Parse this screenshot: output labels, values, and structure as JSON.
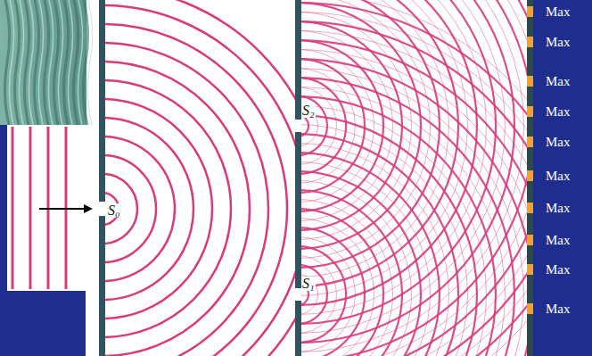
{
  "diagram": {
    "labels": [
      "S₀",
      "S₂",
      "S₁",
      "Max",
      "Max",
      "Max",
      "Max",
      "Max",
      "Max",
      "Max",
      "Max",
      "Max",
      "Max"
    ]
  }
}
